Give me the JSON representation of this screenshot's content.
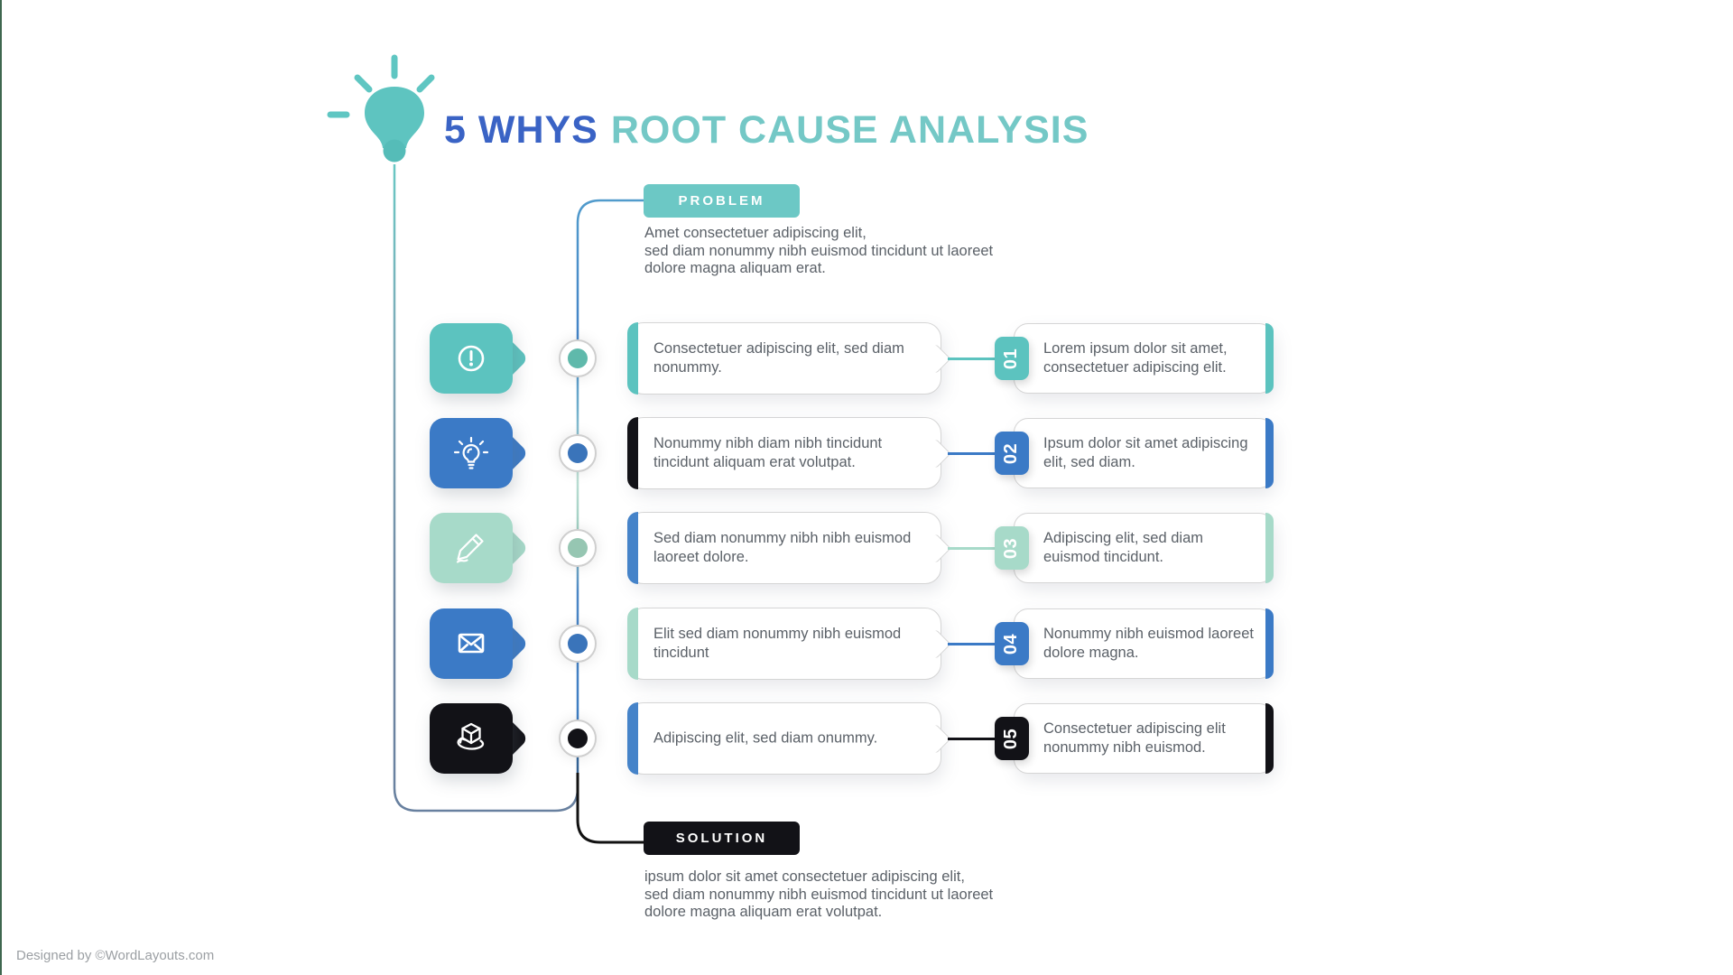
{
  "page": {
    "credit": "Designed by ©WordLayouts.com",
    "background": "#ffffff",
    "edge_line_color": "#3F674F"
  },
  "header": {
    "logo_icon": "lightbulb-idea-icon",
    "title_part1": "5 WHYS",
    "title_part2": "ROOT CAUSE ANALYSIS",
    "title_part1_color": "#3A63C5",
    "title_part2_color": "#74C8C6"
  },
  "problem": {
    "label": "PROBLEM",
    "badge_color": "#6CC8C5",
    "text": "Amet consectetuer adipiscing elit,\nsed diam nonummy nibh euismod tincidunt ut laoreet\ndolore magna aliquam erat."
  },
  "solution": {
    "label": "SOLUTION",
    "badge_color": "#121217",
    "text": "ipsum dolor sit amet consectetuer adipiscing elit,\nsed diam nonummy nibh euismod tincidunt ut laoreet\ndolore magna aliquam erat volutpat."
  },
  "rows": [
    {
      "number": "01",
      "icon": "alert-icon",
      "why_text": "Consectetuer adipiscing elit, sed diam nonummy.",
      "answer_text": "Lorem ipsum dolor sit amet, consectetuer adipiscing elit.",
      "colors": {
        "icon_box": "#5CC3BF",
        "left_accent": "#5CC3BF",
        "node_dot": "#5FB9AB",
        "connector": "#5CC3BF",
        "badge": "#5CC3BF",
        "right_accent": "#5CC3BF"
      }
    },
    {
      "number": "02",
      "icon": "lightbulb-icon",
      "why_text": "Nonummy nibh diam nibh tincidunt tincidunt aliquam erat volutpat.",
      "answer_text": "Ipsum dolor sit amet adipiscing elit, sed diam.",
      "colors": {
        "icon_box": "#3B7AC6",
        "left_accent": "#121217",
        "node_dot": "#3A74BA",
        "connector": "#3B7AC6",
        "badge": "#3B7AC6",
        "right_accent": "#3B7AC6"
      }
    },
    {
      "number": "03",
      "icon": "pencil-icon",
      "why_text": "Sed diam nonummy nibh nibh euismod laoreet dolore.",
      "answer_text": "Adipiscing elit, sed diam euismod tincidunt.",
      "colors": {
        "icon_box": "#A7DAC9",
        "left_accent": "#4583C9",
        "node_dot": "#96C6B2",
        "connector": "#A7DAC9",
        "badge": "#A7DAC9",
        "right_accent": "#A7DAC9"
      }
    },
    {
      "number": "04",
      "icon": "envelope-icon",
      "why_text": "Elit sed diam nonummy nibh euismod tincidunt",
      "answer_text": "Nonummy nibh euismod laoreet dolore magna.",
      "colors": {
        "icon_box": "#3B7AC6",
        "left_accent": "#A7DAC9",
        "node_dot": "#3A74BA",
        "connector": "#3B7AC6",
        "badge": "#3B7AC6",
        "right_accent": "#3B7AC6"
      }
    },
    {
      "number": "05",
      "icon": "cube-rotate-icon",
      "why_text": "Adipiscing elit, sed diam onummy.",
      "answer_text": "Consectetuer adipiscing elit nonummy nibh euismod.",
      "colors": {
        "icon_box": "#121217",
        "left_accent": "#4583C9",
        "node_dot": "#121217",
        "connector": "#121217",
        "badge": "#121217",
        "right_accent": "#121217"
      }
    }
  ]
}
